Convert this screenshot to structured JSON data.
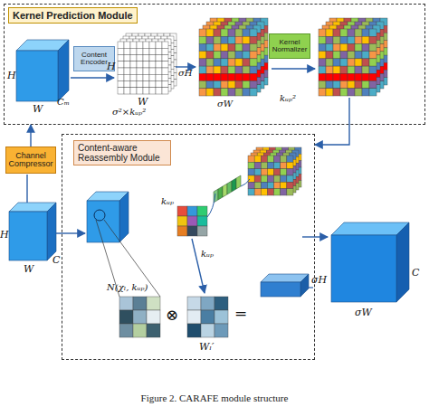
{
  "diagram": {
    "caption": "Figure 2. CARAFE module structure",
    "nodes": [
      {
        "text": [
          "Kernel Prediction Module"
        ]
      },
      {
        "text": [
          "Content Encoder"
        ],
        "in": 0
      },
      {
        "text": [
          "Kernel Normalizer"
        ],
        "in": 0
      },
      {
        "text": [
          "Channel Compressor"
        ]
      },
      {
        "text": [
          "Content-aware Reassembly Module"
        ]
      }
    ],
    "edges": [
      {
        "from": 3,
        "to": 0,
        "arrow": "to"
      },
      {
        "from": 0,
        "to": 4,
        "arrow": "to"
      }
    ],
    "labels": [
      "H",
      "W",
      "Cₘ",
      "H",
      "W",
      "σ²×kᵤₚ²",
      "σH",
      "σW",
      "kᵤₚ²",
      "H",
      "W",
      "C",
      "kᵤₚ",
      "kᵤₚ",
      "N(χₗ, kᵤₚ)",
      "⊗",
      "Wₗ′",
      "=",
      "σH",
      "σW",
      "C"
    ]
  }
}
